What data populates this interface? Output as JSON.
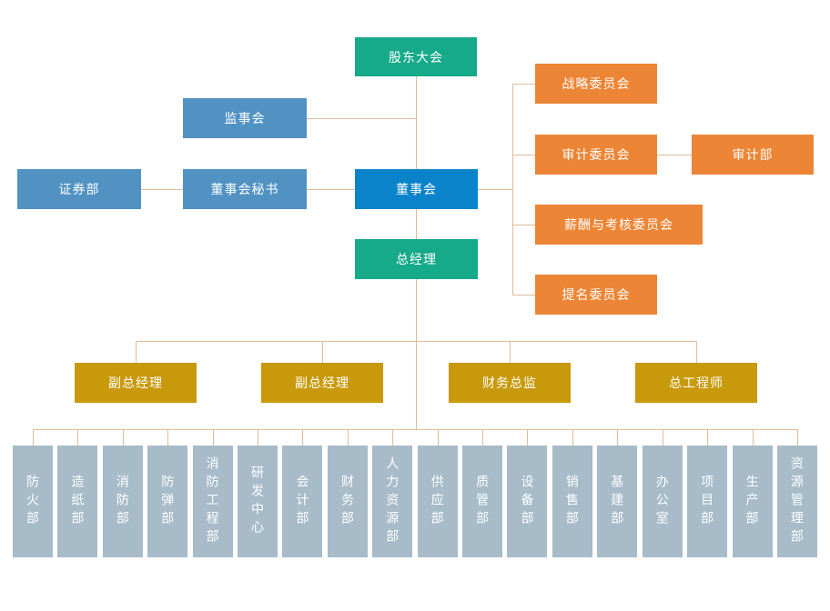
{
  "colors": {
    "teal": "#16a98a",
    "blue": "#5192c3",
    "board-blue": "#0b83cb",
    "orange": "#ec8535",
    "gold": "#c8990b",
    "dept-gray": "#a7bbc9",
    "line": "#ddbd9c",
    "bg": "#ffffff"
  },
  "org": {
    "shareholders": "股东大会",
    "supervisory": "监事会",
    "securities": "证券部",
    "board_secretary": "董事会秘书",
    "board": "董事会",
    "general_manager": "总经理",
    "committees": {
      "strategy": "战略委员会",
      "audit": "审计委员会",
      "audit_dept": "审计部",
      "compensation": "薪酬与考核委员会",
      "nomination": "提名委员会"
    },
    "executives": [
      "副总经理",
      "副总经理",
      "财务总监",
      "总工程师"
    ],
    "departments": [
      "防火部",
      "造纸部",
      "消防部",
      "防弹部",
      "消防工程部",
      "研发中心",
      "会计部",
      "财务部",
      "人力资源部",
      "供应部",
      "质管部",
      "设备部",
      "销售部",
      "基建部",
      "办公室",
      "项目部",
      "生产部",
      "资源管理部"
    ]
  }
}
